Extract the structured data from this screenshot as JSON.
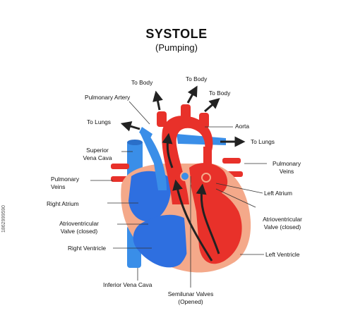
{
  "title": "SYSTOLE",
  "subtitle": "(Pumping)",
  "labels": {
    "to_body_1": "To Body",
    "to_body_2": "To Body",
    "to_body_3": "To Body",
    "pulmonary_artery": "Pulmonary Artery",
    "to_lungs_left": "To Lungs",
    "aorta": "Aorta",
    "to_lungs_right": "To Lungs",
    "superior_vena_cava_1": "Superior",
    "superior_vena_cava_2": "Vena Cava",
    "pulmonary_veins_left_1": "Pulmonary",
    "pulmonary_veins_left_2": "Veins",
    "pulmonary_veins_right_1": "Pulmonary",
    "pulmonary_veins_right_2": "Veins",
    "left_atrium": "Left Atrium",
    "right_atrium": "Right Atrium",
    "av_valve_left_1": "Atrioventricular",
    "av_valve_left_2": "Valve (closed)",
    "av_valve_right_1": "Atrioventricular",
    "av_valve_right_2": "Valve (closed)",
    "right_ventricle": "Right Ventricle",
    "left_ventricle": "Left Ventricle",
    "inferior_vena_cava": "Inferior Vena Cava",
    "semilunar_1": "Semilunar Valves",
    "semilunar_2": "(Opened)"
  },
  "stock_id": "1862999590",
  "colors": {
    "oxygenated": "#e8312a",
    "deoxygenated": "#2e6fe0",
    "vessel_blue": "#3a8ee8",
    "tissue": "#f4a98a",
    "arrow": "#222222"
  }
}
